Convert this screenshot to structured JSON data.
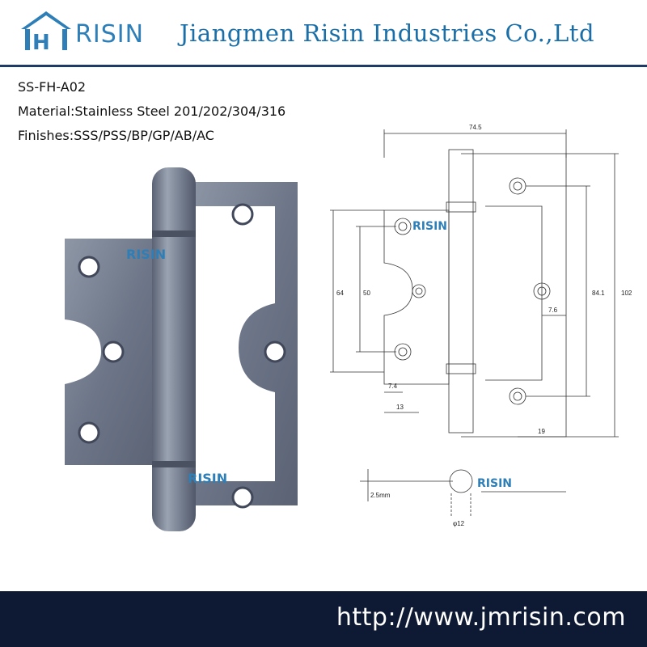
{
  "brand": {
    "logo_text": "RISIN",
    "watermark": "RISIN"
  },
  "header": {
    "company_name": "Jiangmen Risin Industries Co.,Ltd"
  },
  "product": {
    "model": "SS-FH-A02",
    "material": "Material:Stainless Steel 201/202/304/316",
    "finishes": "Finishes:SSS/PSS/BP/GP/AB/AC"
  },
  "drawing": {
    "dims": {
      "width_total": "74.5",
      "height_total": "102",
      "height_inner": "84.1",
      "left_64": "64",
      "left_50": "50",
      "offset_7_6": "7.6",
      "offset_7_4": "7.4",
      "offset_13": "13",
      "offset_19": "19",
      "thickness": "2.5mm",
      "knuckle_dia": "φ12"
    }
  },
  "footer": {
    "url": "http://www.jmrisin.com"
  },
  "colors": {
    "brand_blue": "#2e7fb8",
    "footer_bg": "#0e1a33"
  }
}
